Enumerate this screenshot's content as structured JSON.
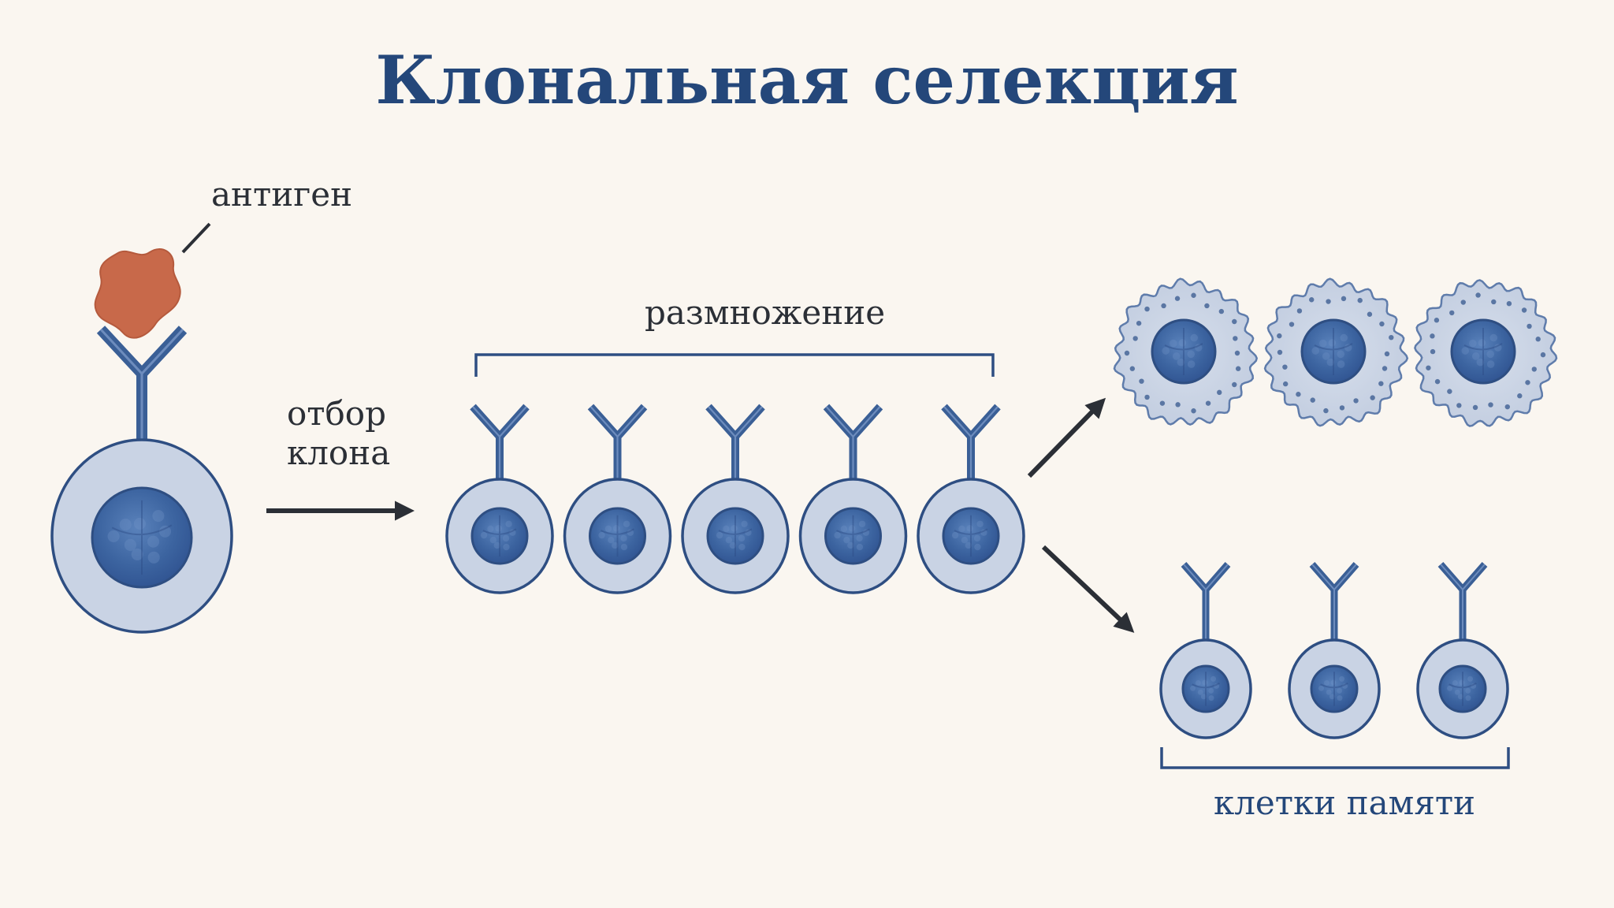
{
  "title": "Клональная селекция",
  "labels": {
    "antigen": "антиген",
    "selection_line1": "отбор",
    "selection_line2": "клона",
    "proliferation": "размножение",
    "memory_cells": "клетки памяти"
  },
  "colors": {
    "background": "#faf6f0",
    "title": "#24477a",
    "text": "#2b2f36",
    "cell_fill": "#c9d3e4",
    "cell_stroke": "#2e4e82",
    "nucleus": "#3c64a0",
    "nucleus_light": "#6f93c6",
    "receptor": "#3a5f96",
    "antigen": "#c8694a",
    "arrow": "#2b2f36",
    "bracket": "#2e4e82",
    "plasma_fill": "#cdd7e6"
  },
  "icons": {
    "antigen": "antigen-blob-icon",
    "receptor": "y-antibody-receptor-icon",
    "arrow": "arrow-icon"
  },
  "counts": {
    "clones": 5,
    "plasma_cells": 3,
    "memory_cells": 3
  }
}
